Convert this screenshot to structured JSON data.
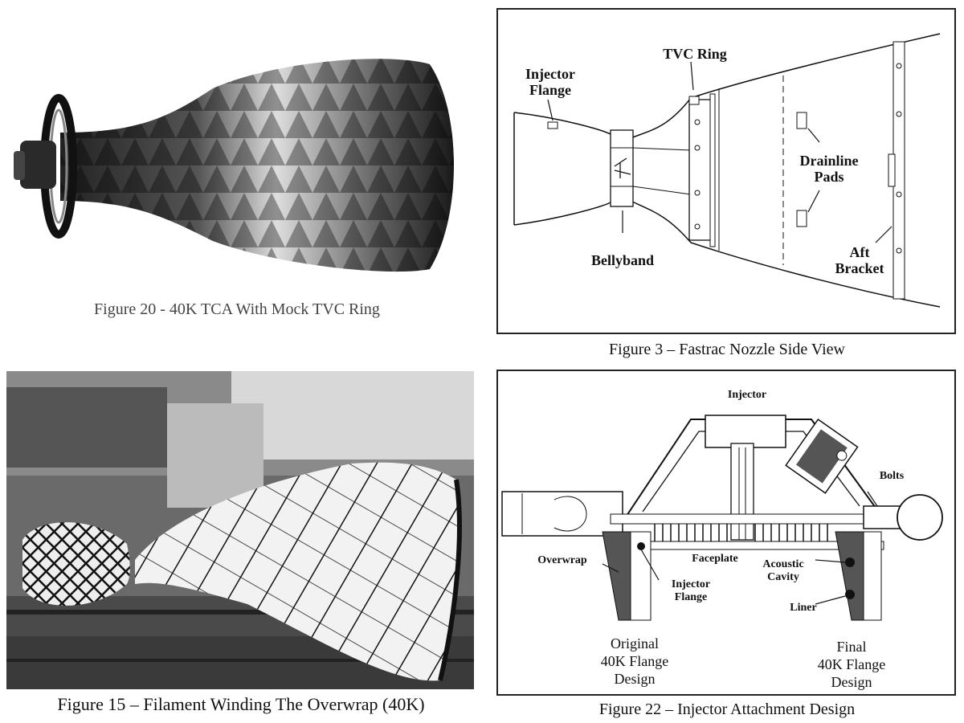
{
  "figures": {
    "fig20": {
      "caption": "Figure 20 - 40K TCA With Mock TVC Ring"
    },
    "fig3": {
      "caption": "Figure 3 – Fastrac Nozzle Side View",
      "labels": {
        "injector_flange": "Injector\nFlange",
        "tvc_ring": "TVC Ring",
        "drainline_pads": "Drainline\nPads",
        "bellyband": "Bellyband",
        "aft_bracket": "Aft\nBracket"
      }
    },
    "fig15": {
      "caption": "Figure 15 – Filament Winding The Overwrap (40K)"
    },
    "fig22": {
      "caption": "Figure 22 – Injector Attachment Design",
      "labels": {
        "injector": "Injector",
        "bolts": "Bolts",
        "overwrap": "Overwrap",
        "faceplate": "Faceplate",
        "acoustic_cavity": "Acoustic\nCavity",
        "injector_flange": "Injector\nFlange",
        "liner": "Liner",
        "original_design": "Original\n40K Flange\nDesign",
        "final_design": "Final\n40K Flange\nDesign"
      }
    }
  }
}
